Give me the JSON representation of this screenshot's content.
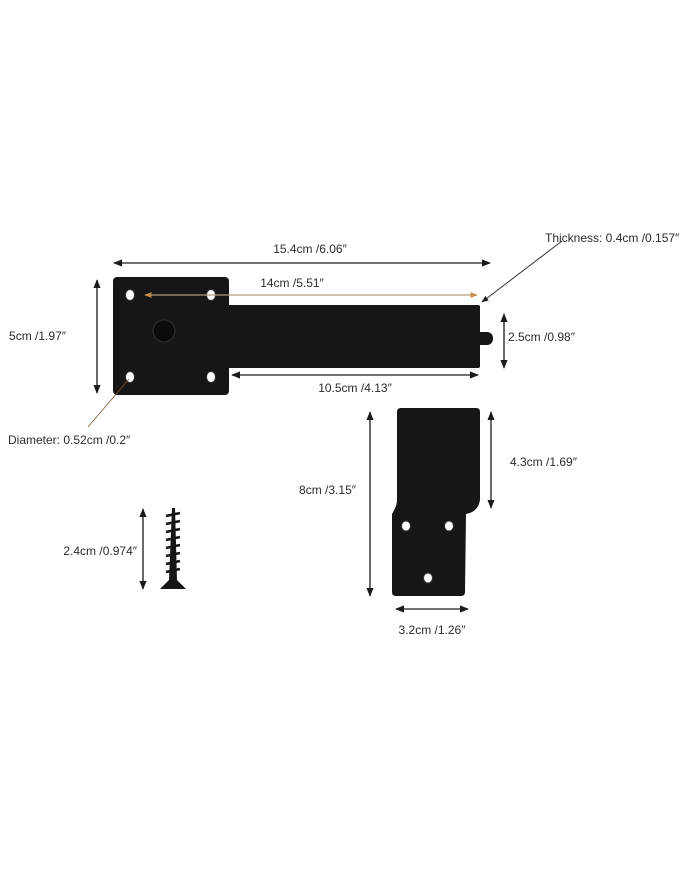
{
  "colors": {
    "part": "#161616",
    "dimension_line": "#1a1a1a",
    "accent_arrow": "#c98a4a",
    "text": "#2b2b2b"
  },
  "latch": {
    "overall_length": "15.4cm /6.06″",
    "hole_span": "14cm /5.51″",
    "height": "5cm /1.97″",
    "bar_width": "2.5cm /0.98″",
    "bar_length": "10.5cm /4.13″",
    "thickness": "Thickness:  0.4cm /0.157″",
    "hole_diameter": "Diameter:  0.52cm /0.2″"
  },
  "screw": {
    "length": "2.4cm /0.974″"
  },
  "bracket": {
    "height": "8cm /3.15″",
    "upper_height": "4.3cm /1.69″",
    "width": "3.2cm /1.26″"
  }
}
